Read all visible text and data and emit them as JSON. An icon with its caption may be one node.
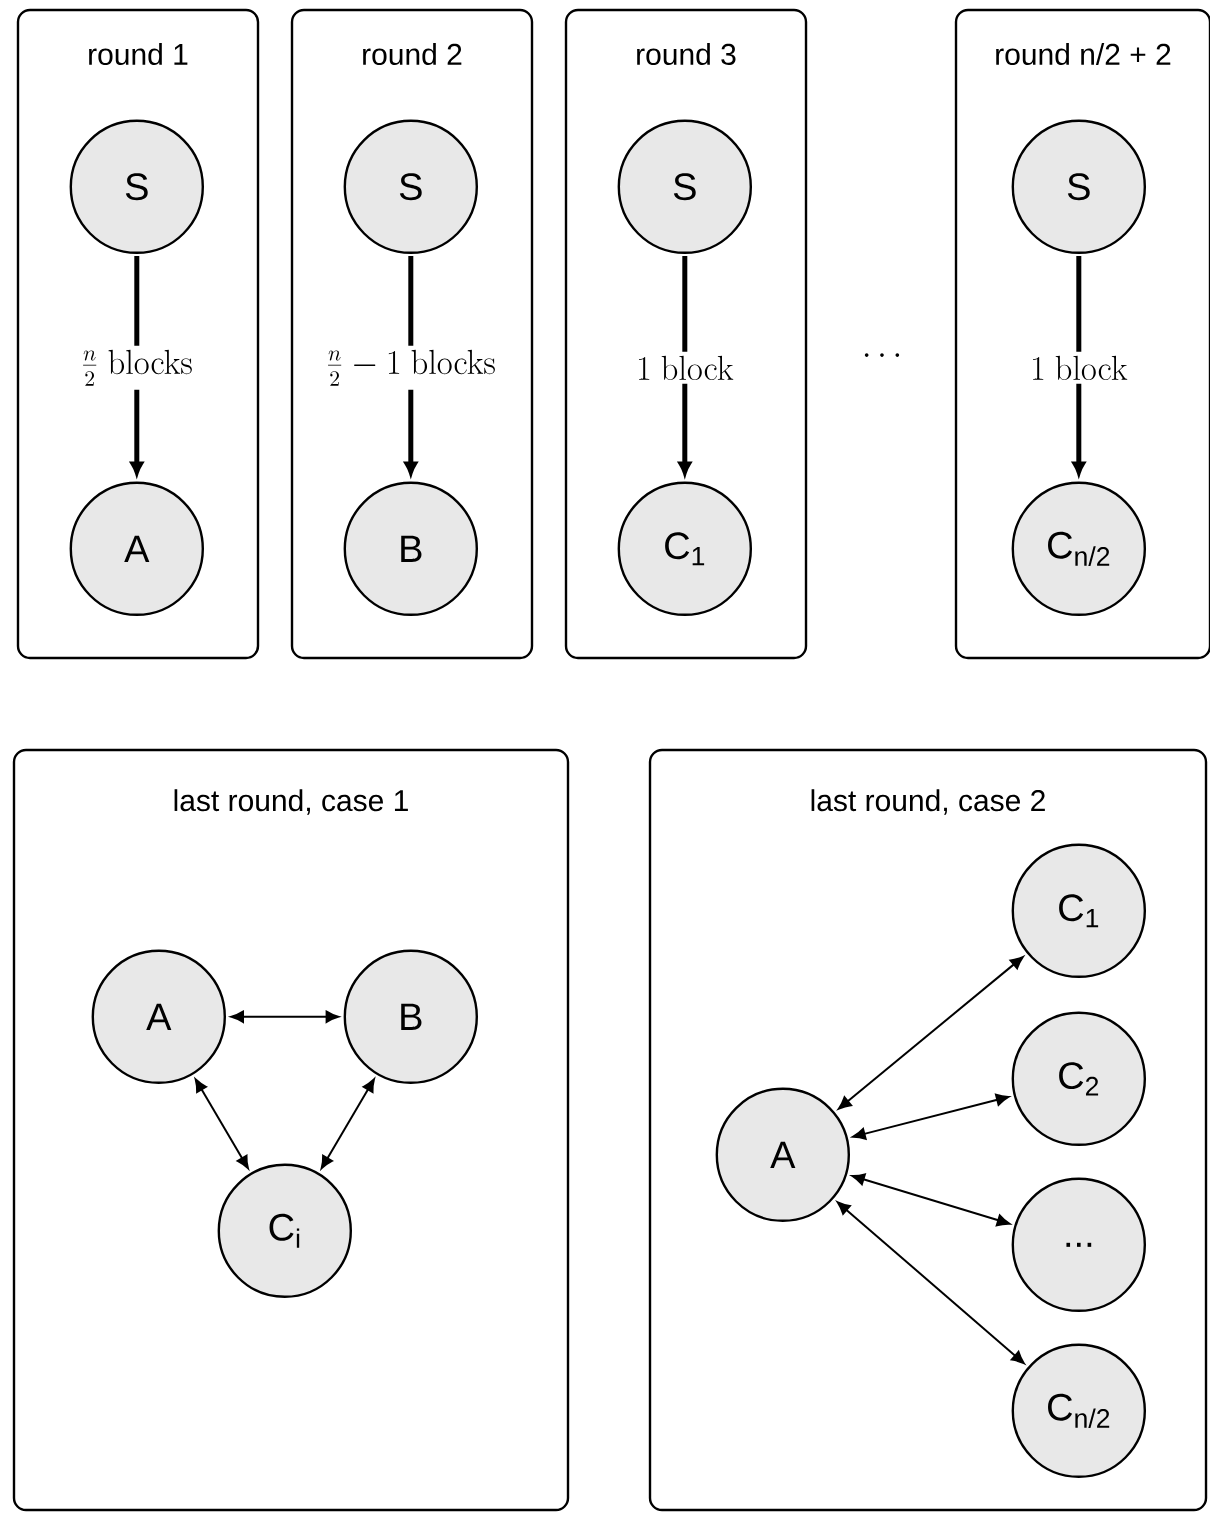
{
  "diagram": {
    "nodes": [
      {
        "text": [
          "round 1"
        ]
      },
      {
        "text": [
          "S"
        ],
        "in": 0
      },
      {
        "text": [
          "A"
        ],
        "in": 0
      },
      {
        "text": [
          "round 2"
        ]
      },
      {
        "text": [
          "S"
        ],
        "in": 3
      },
      {
        "text": [
          "B"
        ],
        "in": 3
      },
      {
        "text": [
          "round 3"
        ]
      },
      {
        "text": [
          "S"
        ],
        "in": 6
      },
      {
        "text": [
          "C$_{1}$"
        ],
        "in": 6
      },
      {
        "text": [
          "round n/2 + 2"
        ]
      },
      {
        "text": [
          "S"
        ],
        "in": 9
      },
      {
        "text": [
          "C$_{n/2}$"
        ],
        "in": 9
      },
      {
        "text": [
          "last round, case 1"
        ]
      },
      {
        "text": [
          "A"
        ],
        "in": 12
      },
      {
        "text": [
          "B"
        ],
        "in": 12
      },
      {
        "text": [
          "C$_{i}$"
        ],
        "in": 12
      },
      {
        "text": [
          "last round, case 2"
        ]
      },
      {
        "text": [
          "A"
        ],
        "in": 16
      },
      {
        "text": [
          "C$_{1}$"
        ],
        "in": 16
      },
      {
        "text": [
          "C$_{2}$"
        ],
        "in": 16
      },
      {
        "text": [
          "..."
        ],
        "in": 16
      },
      {
        "text": [
          "C$_{n/2}$"
        ],
        "in": 16
      }
    ],
    "edges": [
      {
        "from": 1,
        "to": 2,
        "arrow": "to",
        "style": "thick",
        "label": "\\frac{n}{2}\\ \\mathrm{blocks}"
      },
      {
        "from": 4,
        "to": 5,
        "arrow": "to",
        "style": "thick",
        "label": "\\frac{n}{2}-1\\ \\mathrm{blocks}"
      },
      {
        "from": 7,
        "to": 8,
        "arrow": "to",
        "style": "thick",
        "label": "1\\ \\mathrm{block}"
      },
      {
        "from": 10,
        "to": 11,
        "arrow": "to",
        "style": "thick",
        "label": "1\\ \\mathrm{block}"
      },
      {
        "from": 13,
        "to": 14,
        "arrow": "both"
      },
      {
        "from": 13,
        "to": 15,
        "arrow": "both"
      },
      {
        "from": 14,
        "to": 15,
        "arrow": "both"
      },
      {
        "from": 17,
        "to": 18,
        "arrow": "both"
      },
      {
        "from": 17,
        "to": 19,
        "arrow": "both"
      },
      {
        "from": 17,
        "to": 20,
        "arrow": "both"
      },
      {
        "from": 17,
        "to": 21,
        "arrow": "both"
      }
    ],
    "labels": [
      "\\cdots"
    ]
  }
}
